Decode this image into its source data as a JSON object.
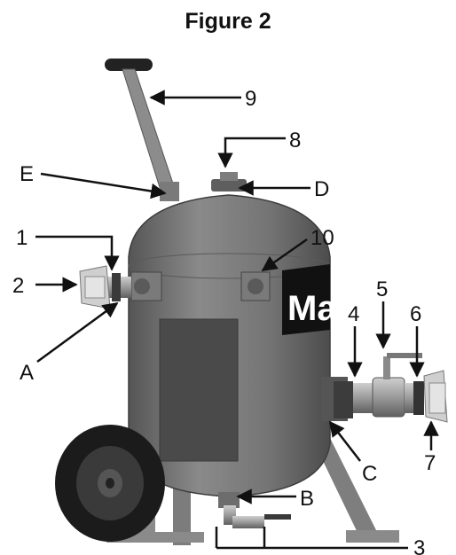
{
  "figure": {
    "title": "Figure 2",
    "logo_text": "Ma",
    "callouts": {
      "n1": "1",
      "n2": "2",
      "n3": "3",
      "n4": "4",
      "n5": "5",
      "n6": "6",
      "n7": "7",
      "n8": "8",
      "n9": "9",
      "n10": "10",
      "A": "A",
      "B": "B",
      "C": "C",
      "D": "D",
      "E": "E"
    }
  },
  "colors": {
    "tank": "#6d6d6d",
    "tank_dark": "#4a4a4a",
    "tank_light": "#8e8e8e",
    "panel": "#3e3e3e",
    "tire": "#1b1b1b",
    "fitting": "#b9b9b9",
    "line": "#111111"
  }
}
